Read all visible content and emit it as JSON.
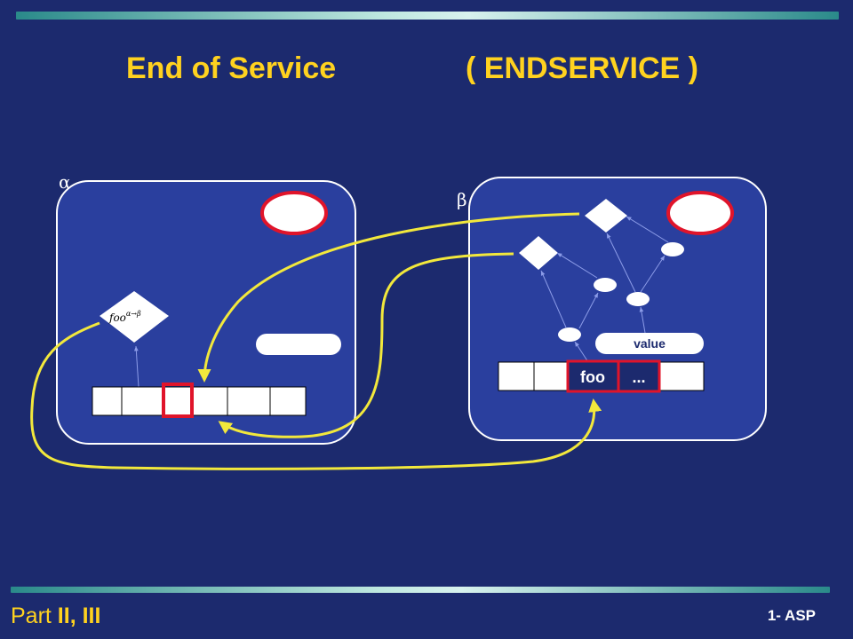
{
  "slide": {
    "title": "End of Service",
    "title_code": "( ENDSERVICE )",
    "footer_part_prefix": "Part ",
    "footer_part_numbers": "II, III",
    "footer_right": "1- ASP"
  },
  "diagram": {
    "activity_alpha_label": "α",
    "activity_beta_label": "β",
    "future_label_base": "foo",
    "future_label_superscript": "α→β",
    "beta_value_label": "value",
    "beta_queue_request": "foo",
    "beta_queue_next": "..."
  },
  "colors": {
    "background": "#1c2a6e",
    "activity_fill": "#2a3f9e",
    "title": "#ffd21f",
    "arrow": "#f2e83c",
    "highlight": "#e0142a"
  }
}
